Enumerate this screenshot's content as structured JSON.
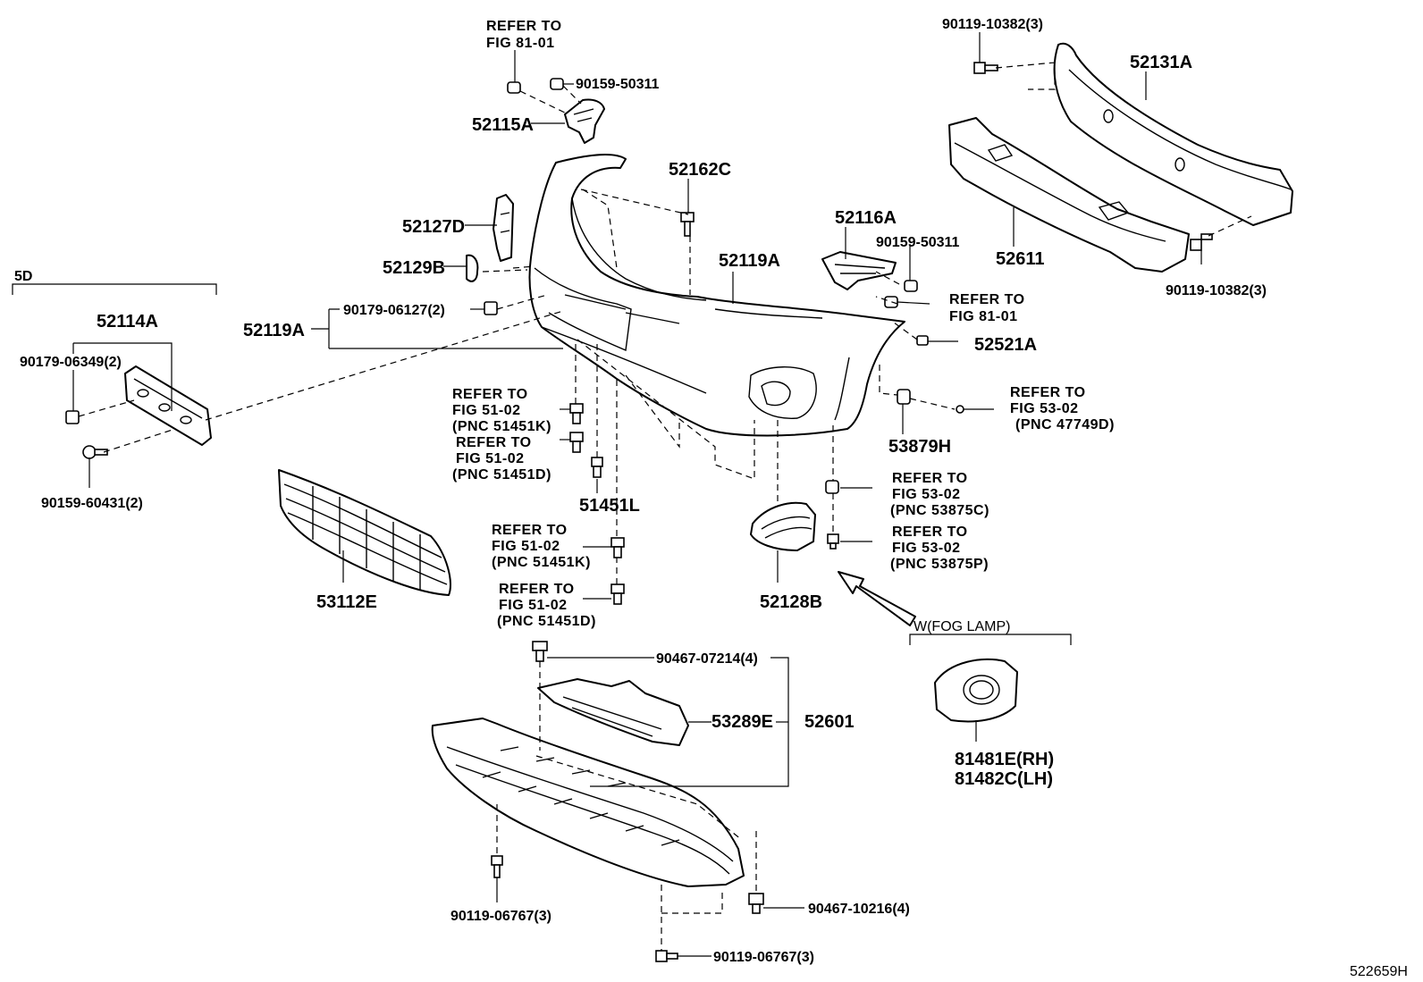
{
  "labels": {
    "refer_8101_top": [
      "REFER TO",
      "FIG 81-01"
    ],
    "p90159_50311_top": "90159-50311",
    "p52115A": "52115A",
    "p52162C": "52162C",
    "p52127D": "52127D",
    "p52129B": "52129B",
    "p52119A_right": "52119A",
    "p52119A_left": "52119A",
    "p90179_06127": "90179-06127(2)",
    "p52116A": "52116A",
    "p90159_50311_mid": "90159-50311",
    "refer_8101_mid": [
      "REFER TO",
      "FIG 81-01"
    ],
    "p52521A": "52521A",
    "p90119_10382_top": "90119-10382(3)",
    "p52131A": "52131A",
    "p52611": "52611",
    "p90119_10382_bot": "90119-10382(3)",
    "group_5d": "5D",
    "p52114A": "52114A",
    "p90179_06349": "90179-06349(2)",
    "p90159_60431": "90159-60431(2)",
    "refer_5102_k1": [
      "REFER TO",
      "FIG 51-02",
      "(PNC 51451K)"
    ],
    "refer_5102_d1": [
      "REFER TO",
      "FIG 51-02",
      "(PNC 51451D)"
    ],
    "p51451L": "51451L",
    "refer_5102_k2": [
      "REFER TO",
      "FIG 51-02",
      "(PNC 51451K)"
    ],
    "refer_5102_d2": [
      "REFER TO",
      "FIG 51-02",
      "(PNC 51451D)"
    ],
    "refer_5302_47749": [
      "REFER TO",
      "FIG 53-02",
      "(PNC 47749D)"
    ],
    "p53879H": "53879H",
    "refer_5302_c": [
      "REFER TO",
      "FIG 53-02",
      "(PNC 53875C)"
    ],
    "refer_5302_p": [
      "REFER TO",
      "FIG 53-02",
      "(PNC 53875P)"
    ],
    "p53112E": "53112E",
    "p52128B": "52128B",
    "fog_group": "W(FOG LAMP)",
    "p81481E": "81481E(RH)",
    "p81482C": "81482C(LH)",
    "p90467_07214": "90467-07214(4)",
    "p53289E": "53289E",
    "p52601": "52601",
    "p90119_06767_left": "90119-06767(3)",
    "p90467_10216": "90467-10216(4)",
    "p90119_06767_bot": "90119-06767(3)",
    "illustration_no": "522659H"
  }
}
